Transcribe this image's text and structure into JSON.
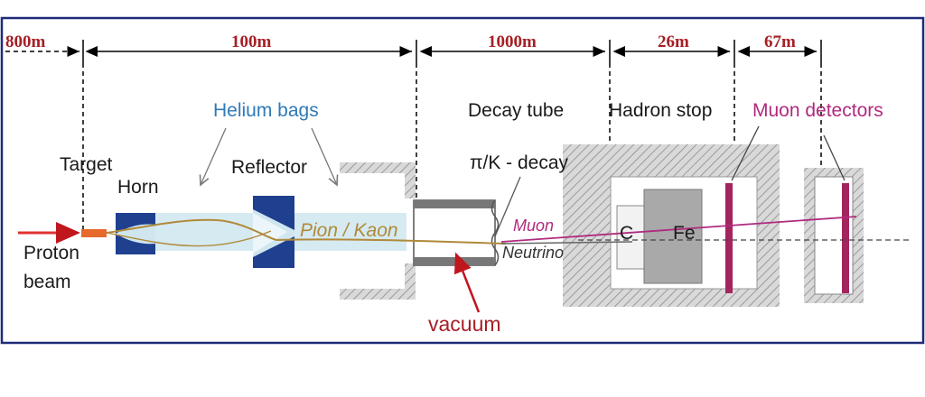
{
  "distances": {
    "d800": "800m",
    "d100": "100m",
    "d1000": "1000m",
    "d26": "26m",
    "d67": "67m"
  },
  "labels": {
    "helium_bags": "Helium bags",
    "decay_tube": "Decay tube",
    "hadron_stop": "Hadron stop",
    "muon_detectors": "Muon detectors",
    "target": "Target",
    "horn": "Horn",
    "reflector": "Reflector",
    "pi_k_decay": "π/K - decay",
    "pion_kaon": "Pion / Kaon",
    "muon": "Muon",
    "neutrino": "Neutrino",
    "carbon": "C",
    "iron": "Fe",
    "proton": "Proton",
    "beam": "beam",
    "vacuum": "vacuum"
  },
  "colors": {
    "frame": "#1f2a7a",
    "dimension_text": "#a52026",
    "helium_blue": "#2f7ab8",
    "muon_magenta": "#b02a7e",
    "horn_blue": "#1f3f8f",
    "beam_red": "#e03030",
    "pion_brown": "#b08a3a"
  }
}
